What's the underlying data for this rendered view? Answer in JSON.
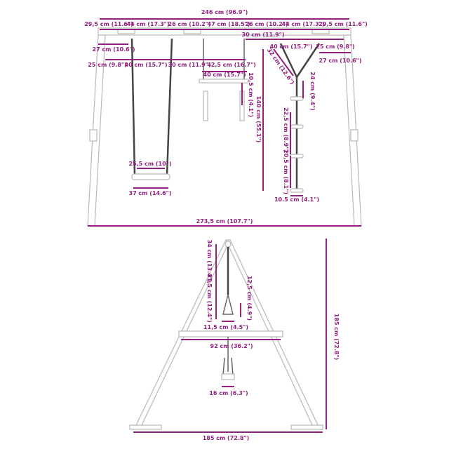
{
  "colors": {
    "dimension": "#93207f",
    "frame": "#b8b8b8",
    "rope": "#444444"
  },
  "front_view": {
    "total_width": "246 cm (96.9\")",
    "segments": [
      "29,5 cm (11.6\")",
      "44 cm (17.3\")",
      "26 cm (10.2\")",
      "47 cm (18.5\")",
      "26 cm (10.2\")",
      "44 cm (17.3\")",
      "29,5 cm (11.6\")"
    ],
    "left_offset_top": "27 cm (10.6\")",
    "hook_spacing": [
      "25 cm (9.8\")",
      "40 cm (15.7\")",
      "30 cm (11.9\")",
      "42,5 cm (16.7\")"
    ],
    "ladder_top_spacing": "30 cm (11.9\")",
    "ladder_hook_width": "40 cm (15.7\")",
    "right_offset_1": "25 cm (9.8\")",
    "right_offset_2": "27 cm (10.6\")",
    "swing_seat_inner": "25,5 cm (10\")",
    "swing_seat_width": "37 cm (14.6\")",
    "trapeze_width": "40 cm (15.7\")",
    "trapeze_handle": "10,5 cm (4.1\")",
    "height_to_ladder": "140 cm (55.1\")",
    "ladder_arm": "32 cm (12.6\")",
    "ladder_gap_1": "24 cm (9.4\")",
    "ladder_gap_2": "22,5 cm (8.9\")",
    "ladder_gap_3": "20,5 cm (8.1\")",
    "ladder_rung": "10.5 cm (4.1\")",
    "base_width": "273,5 cm (107.7\")"
  },
  "side_view": {
    "rope_upper": "34 cm (13.4\")",
    "rope_lower": "31,5 cm (12.4\")",
    "handle_height": "12,5 cm (4.9\")",
    "handle_width": "11,5 cm (4.5\")",
    "crossbar_width": "92 cm (36.2\")",
    "seat_width": "16 cm (6.3\")",
    "height": "185 cm (72.8\")",
    "base_width": "185 cm (72.8\")"
  }
}
